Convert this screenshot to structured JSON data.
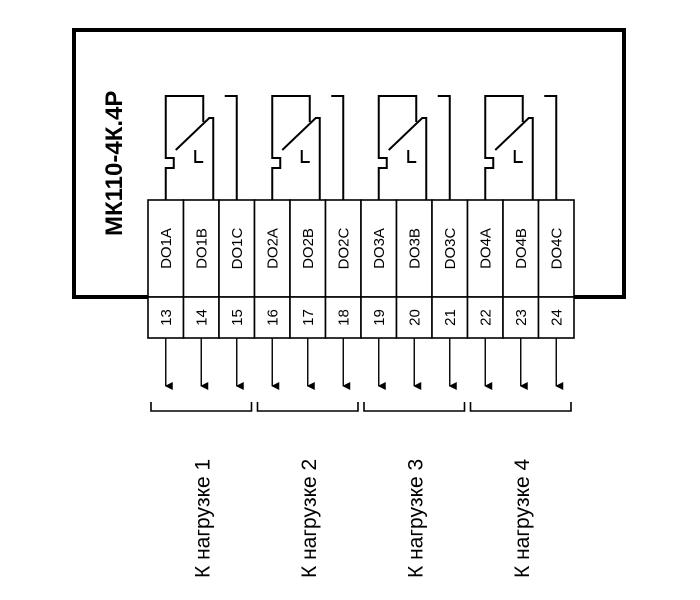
{
  "device": {
    "model": "МК110-4К.4Р"
  },
  "terminals": [
    {
      "label": "DO1A",
      "number": "13"
    },
    {
      "label": "DO1B",
      "number": "14"
    },
    {
      "label": "DO1C",
      "number": "15"
    },
    {
      "label": "DO2A",
      "number": "16"
    },
    {
      "label": "DO2B",
      "number": "17"
    },
    {
      "label": "DO2C",
      "number": "18"
    },
    {
      "label": "DO3A",
      "number": "19"
    },
    {
      "label": "DO3B",
      "number": "20"
    },
    {
      "label": "DO3C",
      "number": "21"
    },
    {
      "label": "DO4A",
      "number": "22"
    },
    {
      "label": "DO4B",
      "number": "23"
    },
    {
      "label": "DO4C",
      "number": "24"
    }
  ],
  "loads": [
    {
      "label": "К нагрузке 1"
    },
    {
      "label": "К нагрузке 2"
    },
    {
      "label": "К нагрузке 3"
    },
    {
      "label": "К нагрузке 4"
    }
  ]
}
